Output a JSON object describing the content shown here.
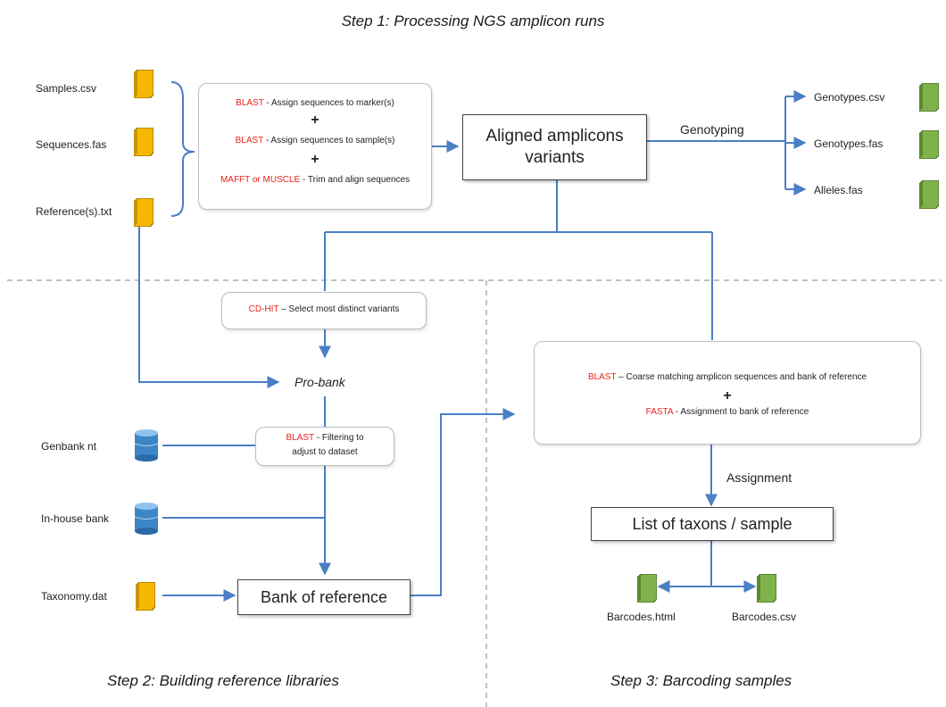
{
  "titles": {
    "step1": "Step 1: Processing NGS amplicon runs",
    "step2": "Step 2: Building reference libraries",
    "step3": "Step 3: Barcoding samples"
  },
  "inputs": {
    "samples": "Samples.csv",
    "sequences": "Sequences.fas",
    "references": "Reference(s).txt"
  },
  "step1_box": {
    "row1_tool": "BLAST",
    "row1_text": " - Assign sequences to marker(s)",
    "plus1": "+",
    "row2_tool": "BLAST",
    "row2_text": " - Assign sequences to sample(s)",
    "plus2": "+",
    "row3_tool": "MAFFT or MUSCLE",
    "row3_text": " - Trim and align sequences"
  },
  "aligned": "Aligned amplicons variants",
  "genotyping_label": "Genotyping",
  "outputs1": {
    "genotypes_csv": "Genotypes.csv",
    "genotypes_fas": "Genotypes.fas",
    "alleles_fas": "Alleles.fas"
  },
  "cdhit": {
    "tool": "CD-HIT",
    "text": " – Select most distinct variants"
  },
  "probank": "Pro-bank",
  "filter": {
    "tool": "BLAST",
    "text1": " - Filtering to",
    "text2": "adjust to dataset"
  },
  "banks": {
    "genbank": "Genbank nt",
    "inhouse": "In-house bank",
    "taxonomy": "Taxonomy.dat"
  },
  "bank_ref": "Bank of reference",
  "step3_box": {
    "row1_tool": "BLAST",
    "row1_text": " – Coarse matching amplicon sequences and bank of reference",
    "plus": "+",
    "row2_tool": "FASTA",
    "row2_text": " - Assignment to bank of reference"
  },
  "assignment_label": "Assignment",
  "taxons": "List of taxons / sample",
  "outputs3": {
    "html": "Barcodes.html",
    "csv": "Barcodes.csv"
  },
  "colors": {
    "arrow": "#4a7fc4",
    "tool_red": "#e8231b",
    "input_file": "#f5b800",
    "output_file": "#7fb24a",
    "database": "#3d86c6",
    "divider": "#9a9a9a"
  },
  "icons": {
    "input_file": "yellow-file-icon",
    "output_file": "green-file-icon",
    "database": "database-cylinder-icon"
  }
}
